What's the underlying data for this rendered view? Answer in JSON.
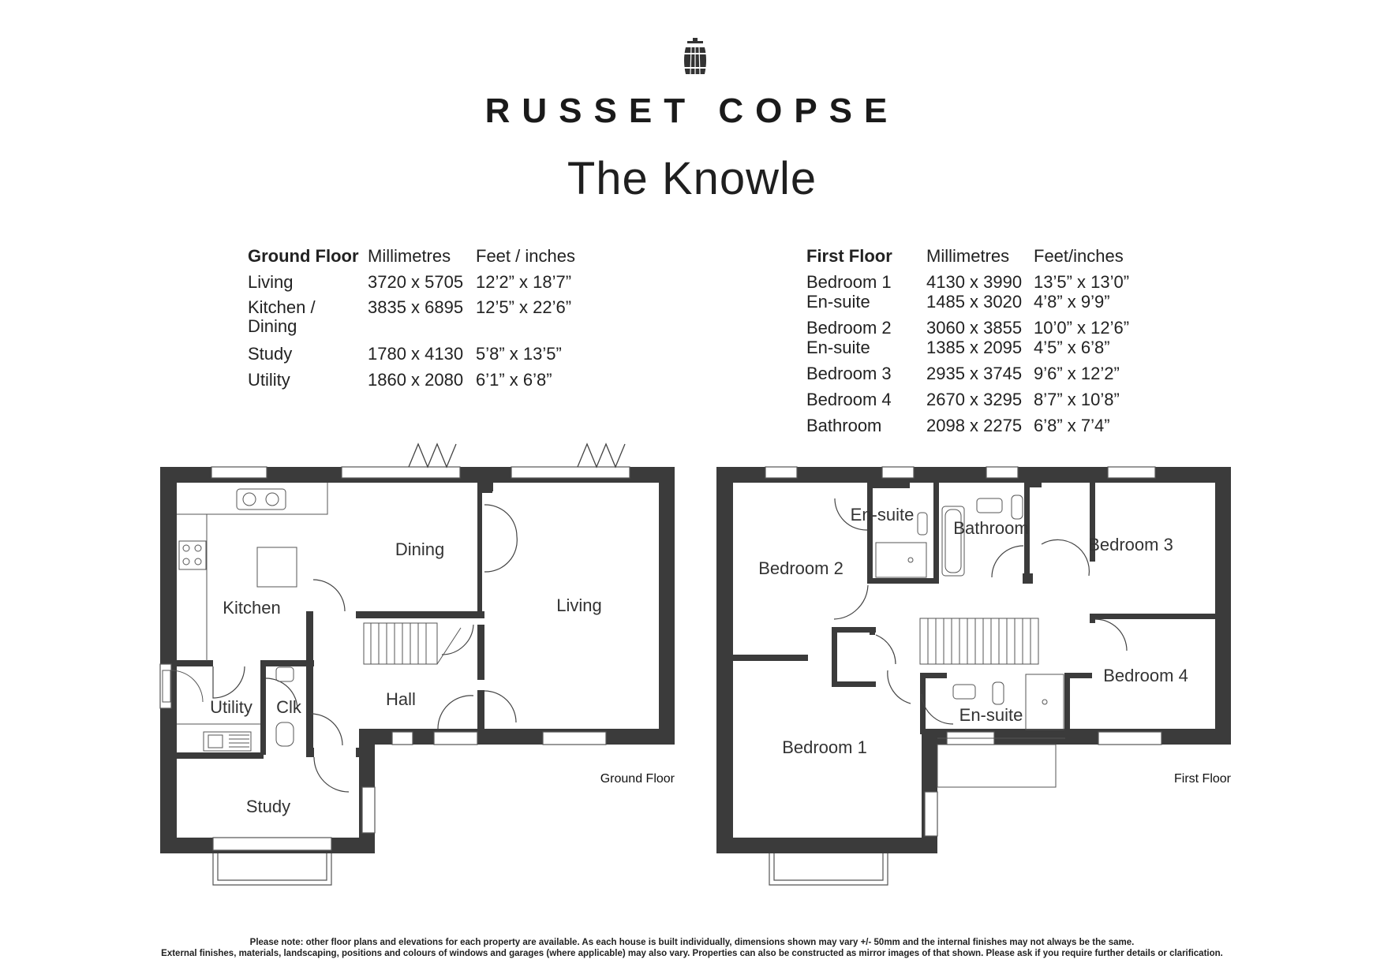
{
  "brand": "RUSSET COPSE",
  "house_name": "The Knowle",
  "logo_icon": "barrel-icon",
  "ground_floor_schedule": {
    "headers": [
      "Ground Floor",
      "Millimetres",
      "Feet / inches"
    ],
    "rows": [
      {
        "room": "Living",
        "mm": "3720 x 5705",
        "ft": "12’2” x 18’7”"
      },
      {
        "room": "Kitchen / Dining",
        "mm": "3835 x 6895",
        "ft": "12’5” x 22’6”"
      },
      {
        "room": "Study",
        "mm": "1780 x 4130",
        "ft": "5’8” x 13’5”"
      },
      {
        "room": "Utility",
        "mm": "1860 x 2080",
        "ft": "6’1” x 6’8”"
      }
    ]
  },
  "first_floor_schedule": {
    "headers": [
      "First Floor",
      "Millimetres",
      "Feet/inches"
    ],
    "rows": [
      {
        "room": "Bedroom 1",
        "mm": "4130 x 3990",
        "ft": "13’5” x 13’0”"
      },
      {
        "room": "En-suite",
        "mm": "1485 x 3020",
        "ft": "4’8” x 9’9”"
      },
      {
        "room": "Bedroom 2",
        "mm": "3060 x 3855",
        "ft": "10’0” x 12’6”"
      },
      {
        "room": "En-suite",
        "mm": "1385 x 2095",
        "ft": "4’5” x 6’8”"
      },
      {
        "room": "Bedroom 3",
        "mm": "2935 x 3745",
        "ft": "9’6” x 12’2”"
      },
      {
        "room": "Bedroom 4",
        "mm": "2670 x 3295",
        "ft": "8’7” x 10’8”"
      },
      {
        "room": "Bathroom",
        "mm": "2098 x 2275",
        "ft": "6’8” x 7’4”"
      }
    ]
  },
  "ground_plan": {
    "label": "Ground Floor",
    "rooms": {
      "dining": "Dining",
      "kitchen": "Kitchen",
      "living": "Living",
      "utility": "Utility",
      "clk": "Clk",
      "hall": "Hall",
      "study": "Study"
    }
  },
  "first_plan": {
    "label": "First Floor",
    "rooms": {
      "ensuite_a": "En-suite",
      "bathroom": "Bathroom",
      "bedroom3": "Bedroom 3",
      "bedroom2": "Bedroom 2",
      "bedroom4": "Bedroom 4",
      "ensuite_b": "En-suite",
      "bedroom1": "Bedroom 1"
    }
  },
  "wall_color": "#3b3b3b",
  "disclaimer": {
    "line1": "Please note: other floor plans and elevations for each property are available. As each house is built individually, dimensions shown may vary +/- 50mm and the internal finishes may not always be the same.",
    "line2": "External finishes, materials, landscaping, positions and colours of windows and garages (where applicable) may also vary. Properties can also be constructed as mirror images of that shown. Please ask if you require further details or clarification."
  }
}
